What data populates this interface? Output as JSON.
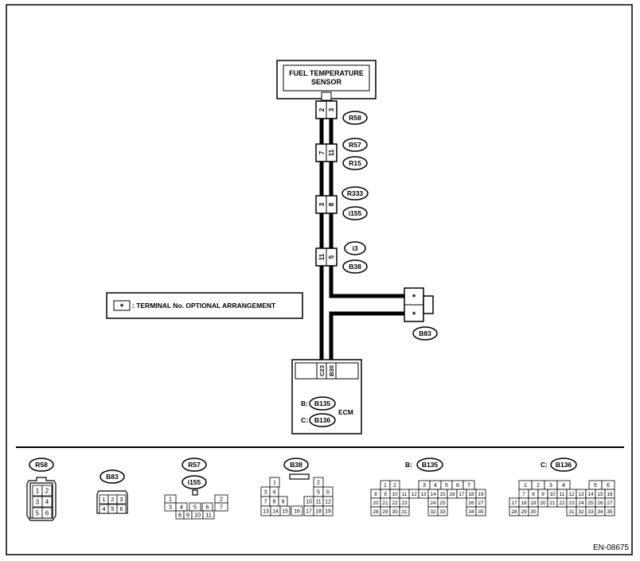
{
  "sensor": {
    "line1": "FUEL TEMPERATURE",
    "line2": "SENSOR"
  },
  "ecm": {
    "label": "ECM",
    "b_prefix": "B:",
    "c_prefix": "C:",
    "b_connector": "B135",
    "c_connector": "B136"
  },
  "legend": {
    "star": "*",
    "text": ": TERMINAL No. OPTIONAL ARRANGEMENT"
  },
  "connectors": {
    "r58": "R58",
    "r57": "R57",
    "r15": "R15",
    "r333": "R333",
    "i155": "i155",
    "i3": "i3",
    "b38": "B38",
    "b83": "B83"
  },
  "pins": {
    "r58": [
      "2",
      "3"
    ],
    "r57": [
      "7",
      "11"
    ],
    "r333": [
      "3",
      "8"
    ],
    "i3": [
      "11",
      "5"
    ],
    "b83": [
      "*",
      "*"
    ],
    "ecm": [
      "C23",
      "B30"
    ]
  },
  "faces": {
    "r58_title": "R58",
    "r58_pins": [
      "1",
      "2",
      "3",
      "4",
      "5",
      "6"
    ],
    "b83_title": "B83",
    "b83_pins": [
      "1",
      "2",
      "3",
      "4",
      "5",
      "6"
    ],
    "r57_title": "R57",
    "i155_title": "i155",
    "r57_pins": [
      "1",
      "2",
      "3",
      "4",
      "5",
      "6",
      "7",
      "8",
      "9",
      "10",
      "11"
    ],
    "b38_title": "B38",
    "b38_pins": [
      "1",
      "2",
      "3",
      "4",
      "5",
      "6",
      "7",
      "8",
      "9",
      "10",
      "11",
      "12",
      "13",
      "14",
      "15",
      "16",
      "17",
      "18",
      "19"
    ],
    "b135_prefix": "B:",
    "b135_title": "B135",
    "b135_pins": [
      "1",
      "2",
      "3",
      "4",
      "5",
      "6",
      "7",
      "8",
      "9",
      "10",
      "11",
      "12",
      "13",
      "14",
      "15",
      "16",
      "17",
      "18",
      "19",
      "20",
      "21",
      "22",
      "23",
      "24",
      "25",
      "26",
      "27",
      "28",
      "29",
      "30",
      "31",
      "32",
      "33",
      "34",
      "35"
    ],
    "c136_prefix": "C:",
    "c136_title": "B136",
    "c136_pins": [
      "1",
      "2",
      "3",
      "4",
      "5",
      "6",
      "7",
      "8",
      "9",
      "10",
      "11",
      "12",
      "13",
      "14",
      "15",
      "16",
      "17",
      "18",
      "19",
      "20",
      "21",
      "22",
      "23",
      "24",
      "25",
      "26",
      "27",
      "28",
      "29",
      "30",
      "31",
      "32",
      "33",
      "34",
      "35"
    ]
  },
  "figure_id": "EN-08675"
}
